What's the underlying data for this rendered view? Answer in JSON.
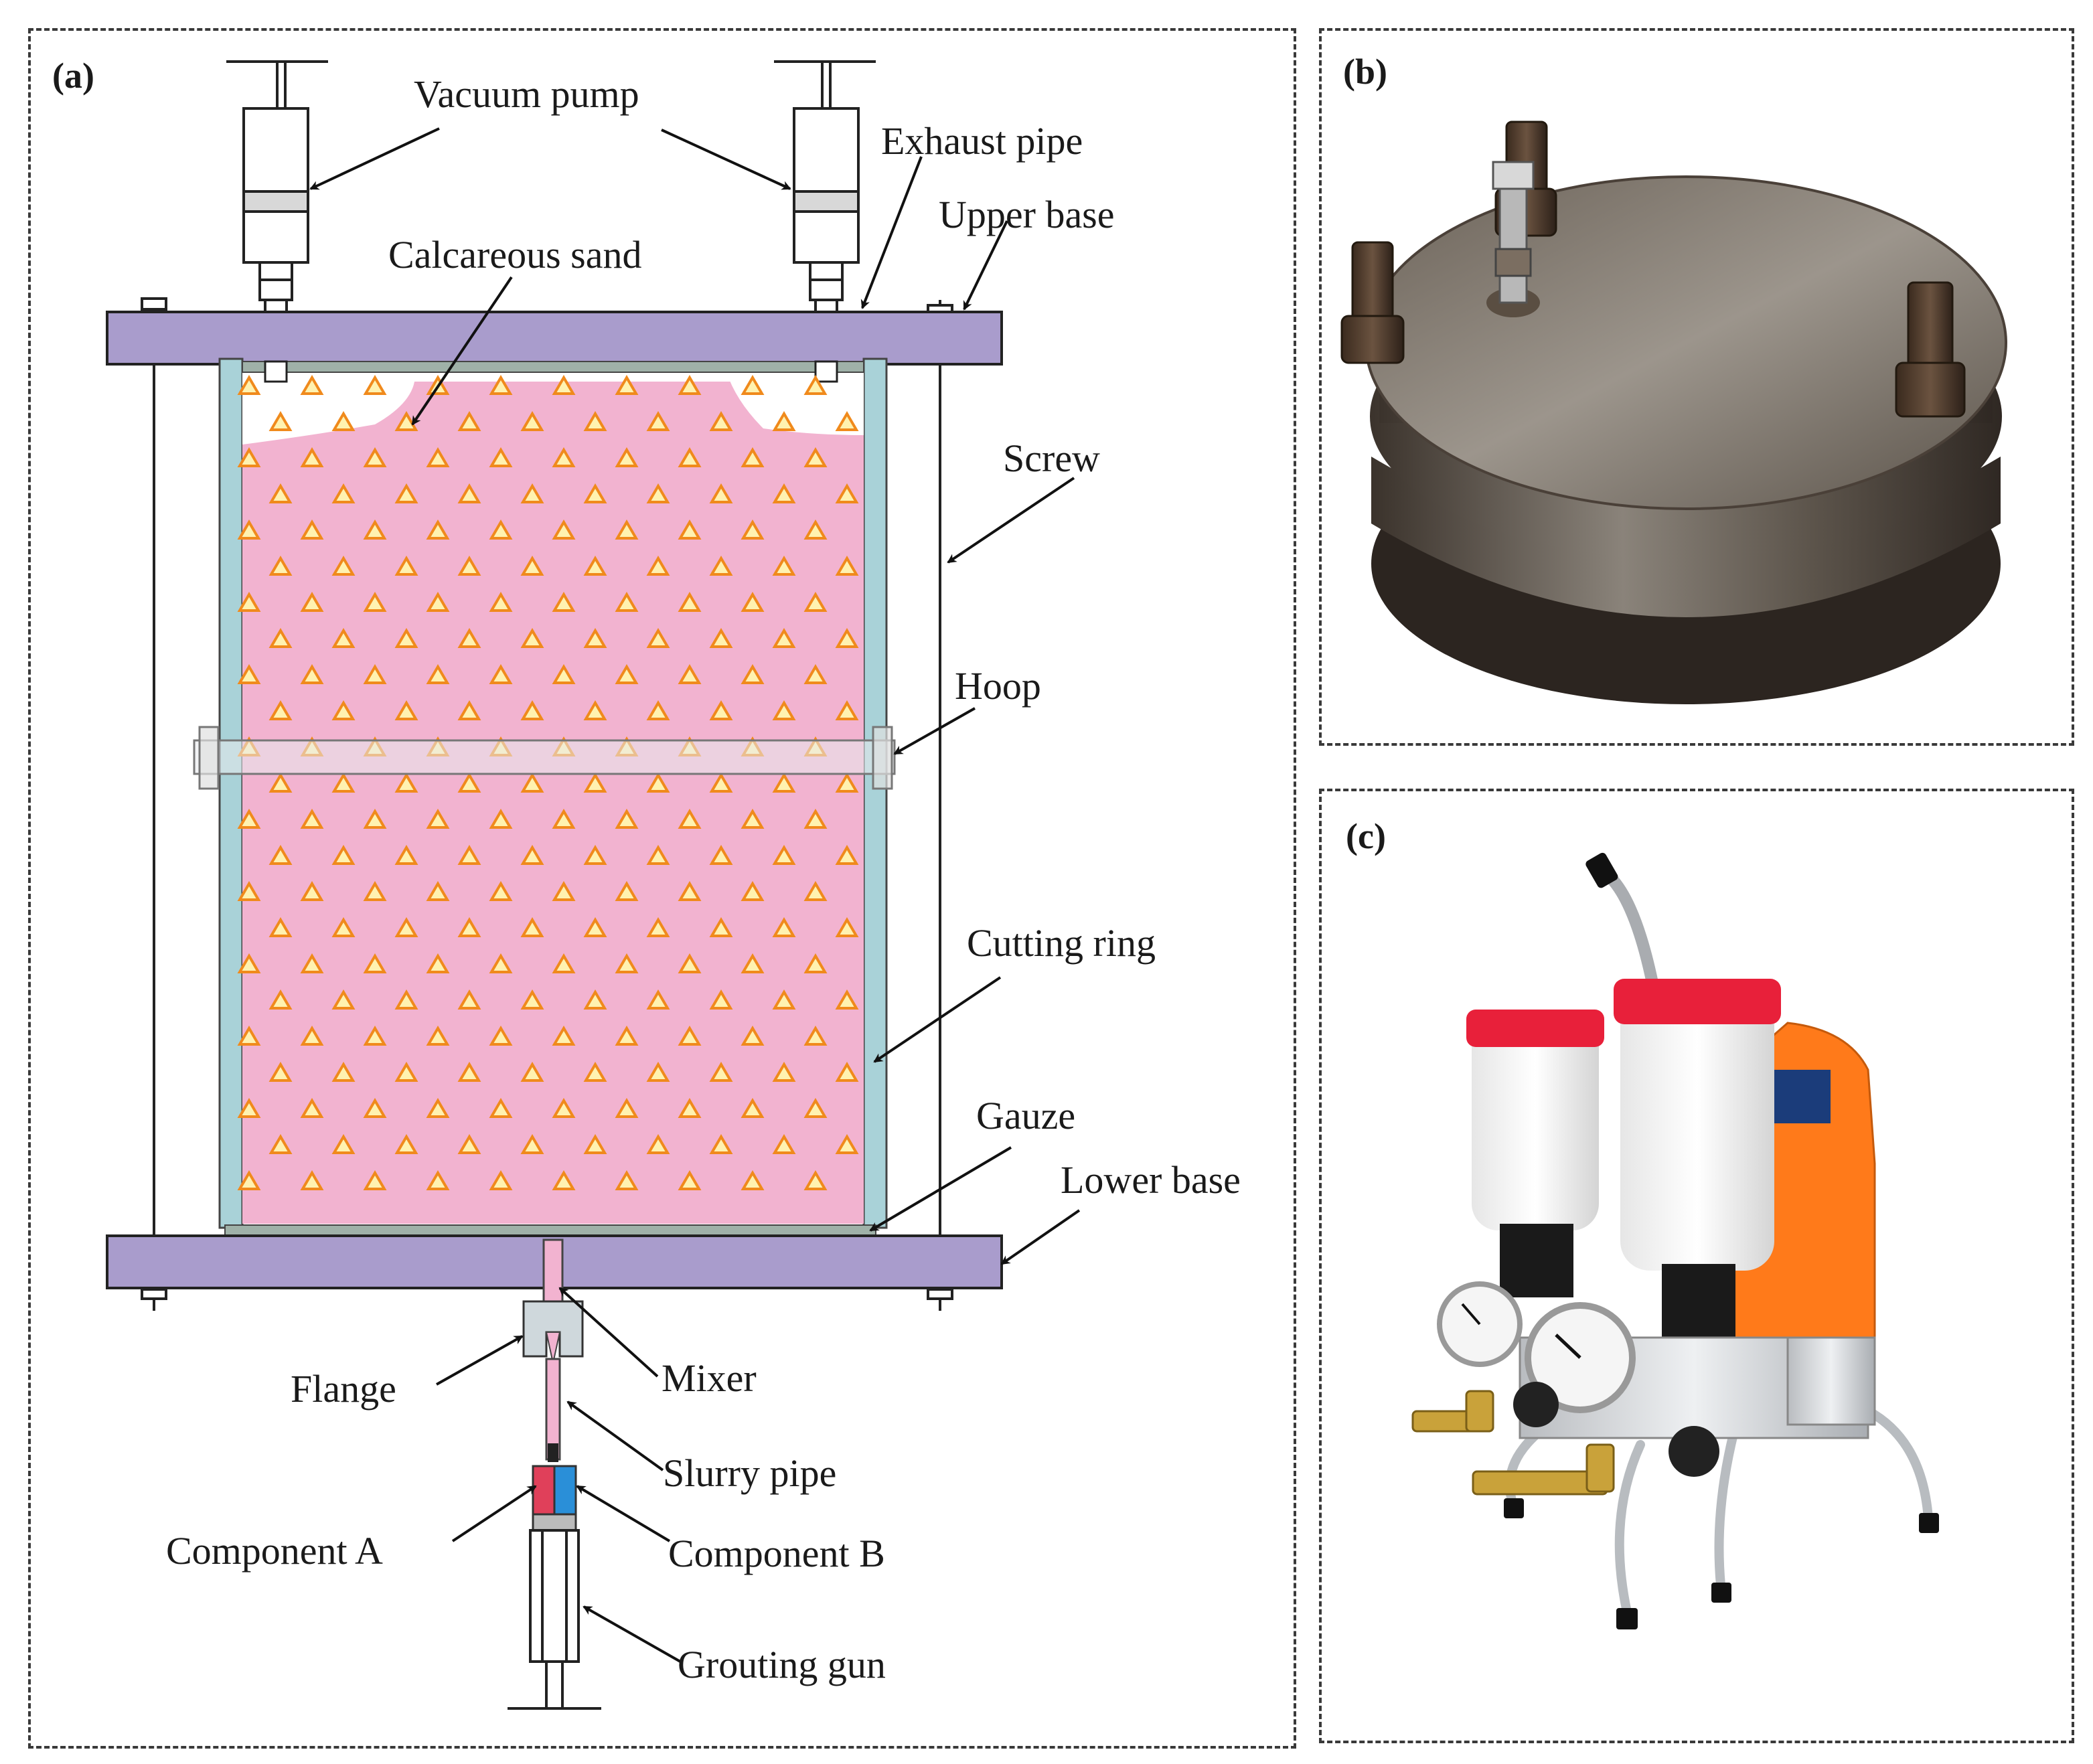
{
  "panels": {
    "a": {
      "label": "(a)"
    },
    "b": {
      "label": "(b)"
    },
    "c": {
      "label": "(c)"
    }
  },
  "labels": {
    "vacuum_pump": "Vacuum pump",
    "exhaust_pipe": "Exhaust pipe",
    "upper_base": "Upper base",
    "calcareous_sand": "Calcareous sand",
    "screw": "Screw",
    "hoop": "Hoop",
    "cutting_ring": "Cutting ring",
    "gauze": "Gauze",
    "lower_base": "Lower base",
    "flange": "Flange",
    "mixer": "Mixer",
    "slurry_pipe": "Slurry pipe",
    "component_a": "Component A",
    "component_b": "Component B",
    "grouting_gun": "Grouting gun"
  },
  "colors": {
    "base": "#a99ccc",
    "sand_fill": "#f2b3d0",
    "ring": "#a9d2d8",
    "gauze": "#9fb1a8",
    "triangle_stroke": "#f08a1c",
    "triangle_fill": "#fff2b0",
    "component_a": "#e0405a",
    "component_b": "#2a8fd8",
    "pump_body": "#ff7a1a",
    "pump_cap": "#e8203a"
  }
}
